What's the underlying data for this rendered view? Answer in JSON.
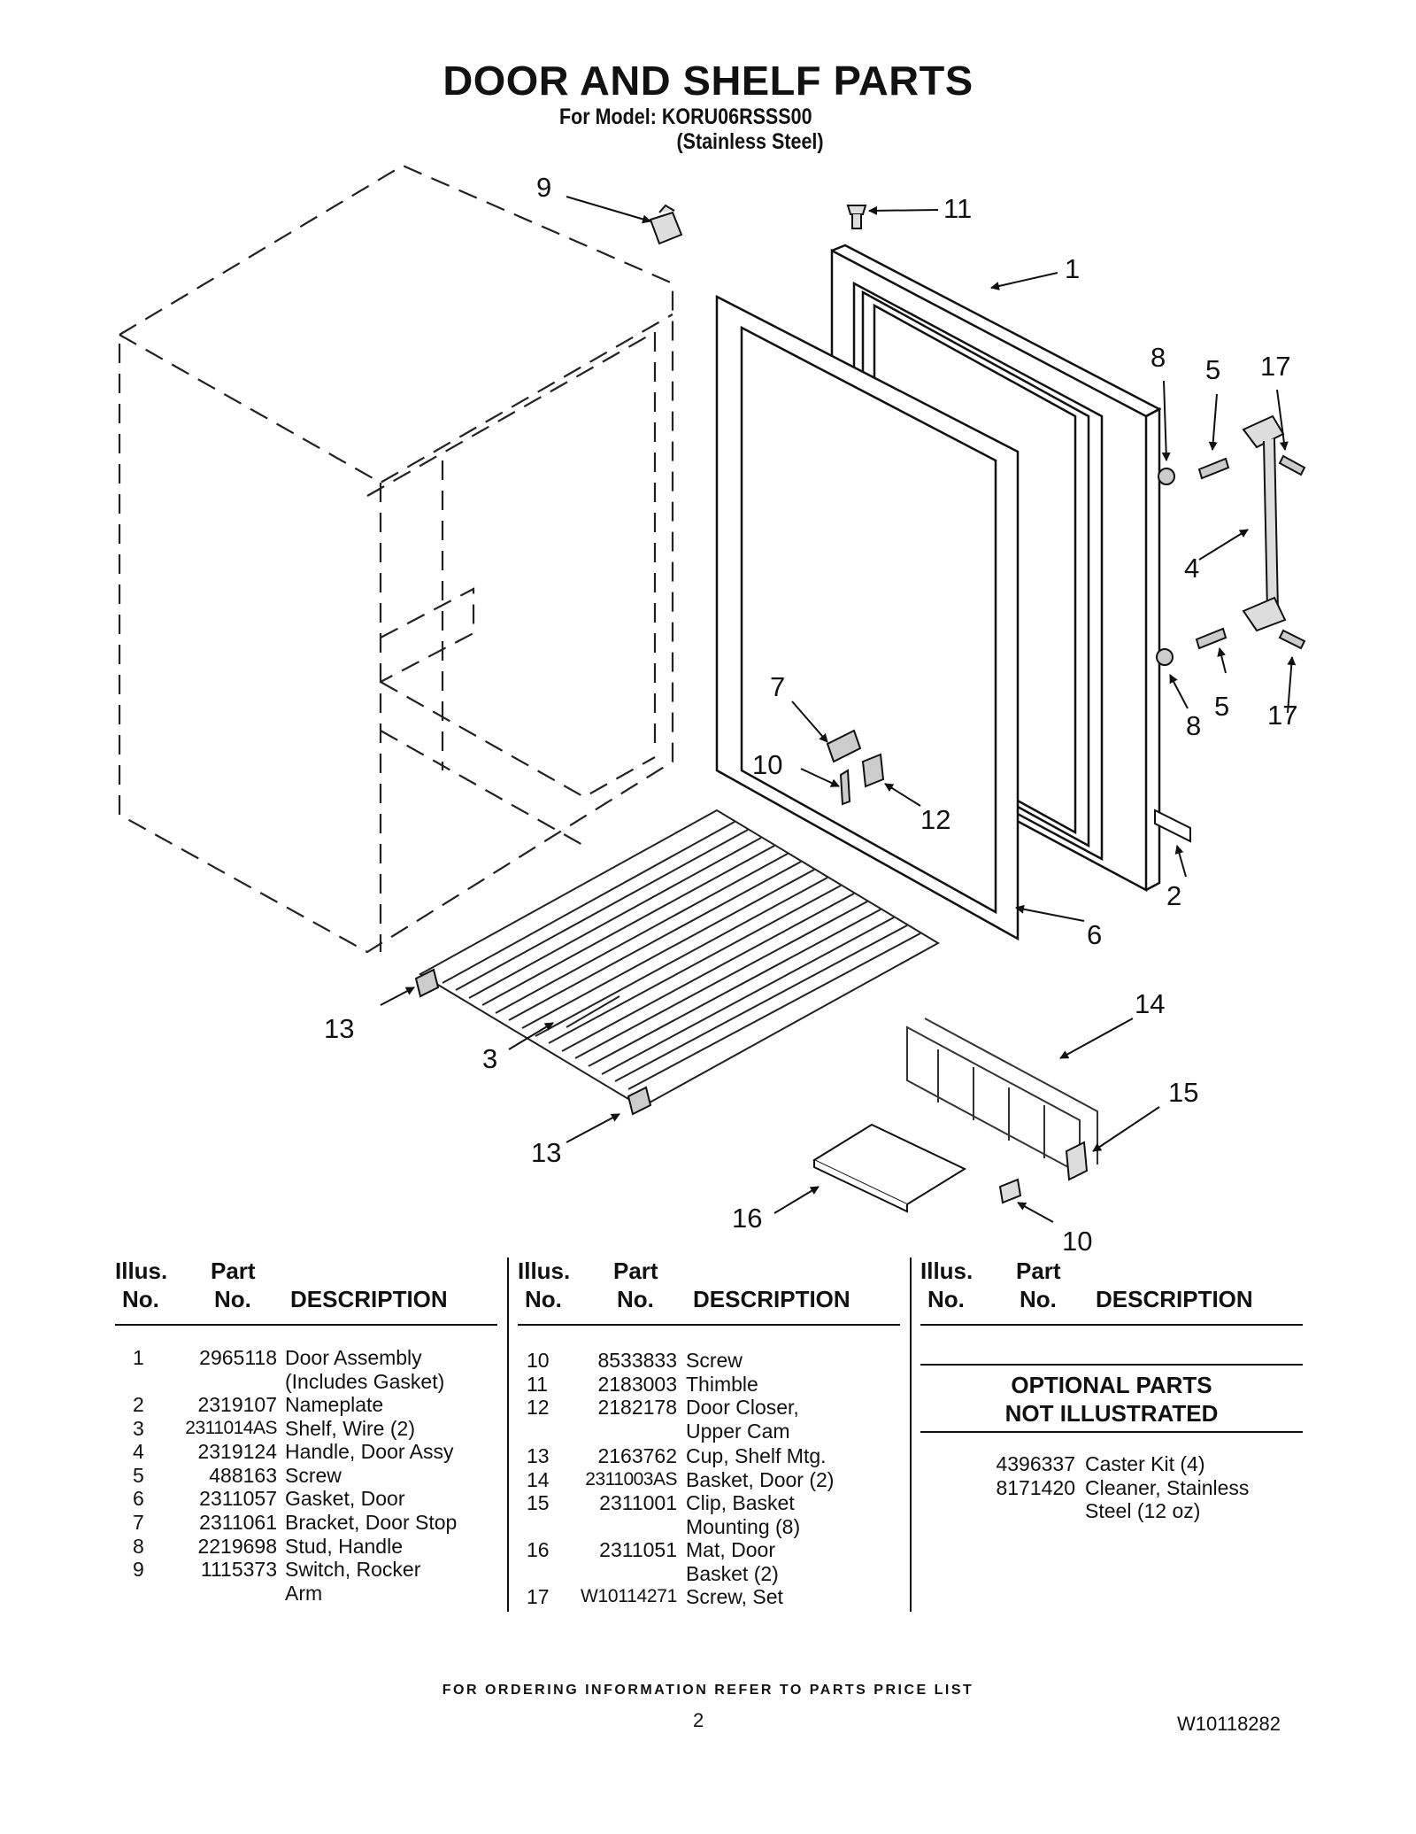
{
  "header": {
    "title": "DOOR AND SHELF PARTS",
    "model_line": "For Model: KORU06RSSS00",
    "model_finish": "(Stainless Steel)"
  },
  "callouts": [
    "9",
    "11",
    "1",
    "8",
    "5",
    "17",
    "4",
    "5",
    "17",
    "8",
    "7",
    "10",
    "12",
    "2",
    "6",
    "14",
    "15",
    "13",
    "3",
    "13",
    "16",
    "10"
  ],
  "table_headers": {
    "illus_line1": "Illus.",
    "illus_line2": "No.",
    "part_line1": "Part",
    "part_line2": "No.",
    "description": "DESCRIPTION"
  },
  "parts_col1": [
    {
      "illus": "1",
      "part": "2965118",
      "desc": "Door Assembly",
      "desc2": "(Includes Gasket)"
    },
    {
      "illus": "2",
      "part": "2319107",
      "desc": "Nameplate",
      "desc2": ""
    },
    {
      "illus": "3",
      "part": "2311014AS",
      "desc": "Shelf, Wire (2)",
      "desc2": ""
    },
    {
      "illus": "4",
      "part": "2319124",
      "desc": "Handle, Door Assy",
      "desc2": ""
    },
    {
      "illus": "5",
      "part": "488163",
      "desc": "Screw",
      "desc2": ""
    },
    {
      "illus": "6",
      "part": "2311057",
      "desc": "Gasket, Door",
      "desc2": ""
    },
    {
      "illus": "7",
      "part": "2311061",
      "desc": "Bracket, Door Stop",
      "desc2": ""
    },
    {
      "illus": "8",
      "part": "2219698",
      "desc": "Stud, Handle",
      "desc2": ""
    },
    {
      "illus": "9",
      "part": "1115373",
      "desc": "Switch, Rocker",
      "desc2": "Arm"
    }
  ],
  "parts_col2": [
    {
      "illus": "10",
      "part": "8533833",
      "desc": "Screw",
      "desc2": ""
    },
    {
      "illus": "11",
      "part": "2183003",
      "desc": "Thimble",
      "desc2": ""
    },
    {
      "illus": "12",
      "part": "2182178",
      "desc": "Door Closer,",
      "desc2": "Upper Cam"
    },
    {
      "illus": "13",
      "part": "2163762",
      "desc": "Cup, Shelf Mtg.",
      "desc2": ""
    },
    {
      "illus": "14",
      "part": "2311003AS",
      "desc": "Basket, Door (2)",
      "desc2": ""
    },
    {
      "illus": "15",
      "part": "2311001",
      "desc": "Clip, Basket",
      "desc2": "Mounting (8)"
    },
    {
      "illus": "16",
      "part": "2311051",
      "desc": "Mat, Door",
      "desc2": "Basket (2)"
    },
    {
      "illus": "17",
      "part": "W10114271",
      "desc": "Screw, Set",
      "desc2": ""
    }
  ],
  "optional": {
    "heading_line1": "OPTIONAL PARTS",
    "heading_line2": "NOT ILLUSTRATED",
    "items": [
      {
        "part": "4396337",
        "desc": "Caster Kit (4)",
        "desc2": ""
      },
      {
        "part": "8171420",
        "desc": "Cleaner, Stainless",
        "desc2": "Steel (12 oz)"
      }
    ]
  },
  "footer": {
    "ordering": "FOR ORDERING INFORMATION REFER TO PARTS PRICE LIST",
    "page": "2",
    "doc_number": "W10118282"
  }
}
